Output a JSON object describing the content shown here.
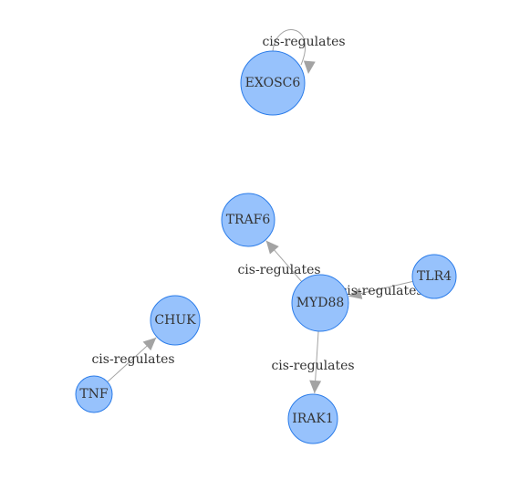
{
  "colors": {
    "node_fill": "#97c2fc",
    "node_border": "#2b7ce9",
    "edge": "#a3a3a3",
    "text": "#343434"
  },
  "nodes": [
    {
      "id": "EXOSC6",
      "label": "EXOSC6"
    },
    {
      "id": "TRAF6",
      "label": "TRAF6"
    },
    {
      "id": "MYD88",
      "label": "MYD88"
    },
    {
      "id": "TLR4",
      "label": "TLR4"
    },
    {
      "id": "CHUK",
      "label": "CHUK"
    },
    {
      "id": "TNF",
      "label": "TNF"
    },
    {
      "id": "IRAK1",
      "label": "IRAK1"
    }
  ],
  "edges": [
    {
      "from": "EXOSC6",
      "to": "EXOSC6",
      "label": "cis-regulates"
    },
    {
      "from": "MYD88",
      "to": "TRAF6",
      "label": "cis-regulates"
    },
    {
      "from": "TLR4",
      "to": "MYD88",
      "label": "cis-regulates"
    },
    {
      "from": "MYD88",
      "to": "IRAK1",
      "label": "cis-regulates"
    },
    {
      "from": "TNF",
      "to": "CHUK",
      "label": "cis-regulates"
    }
  ]
}
